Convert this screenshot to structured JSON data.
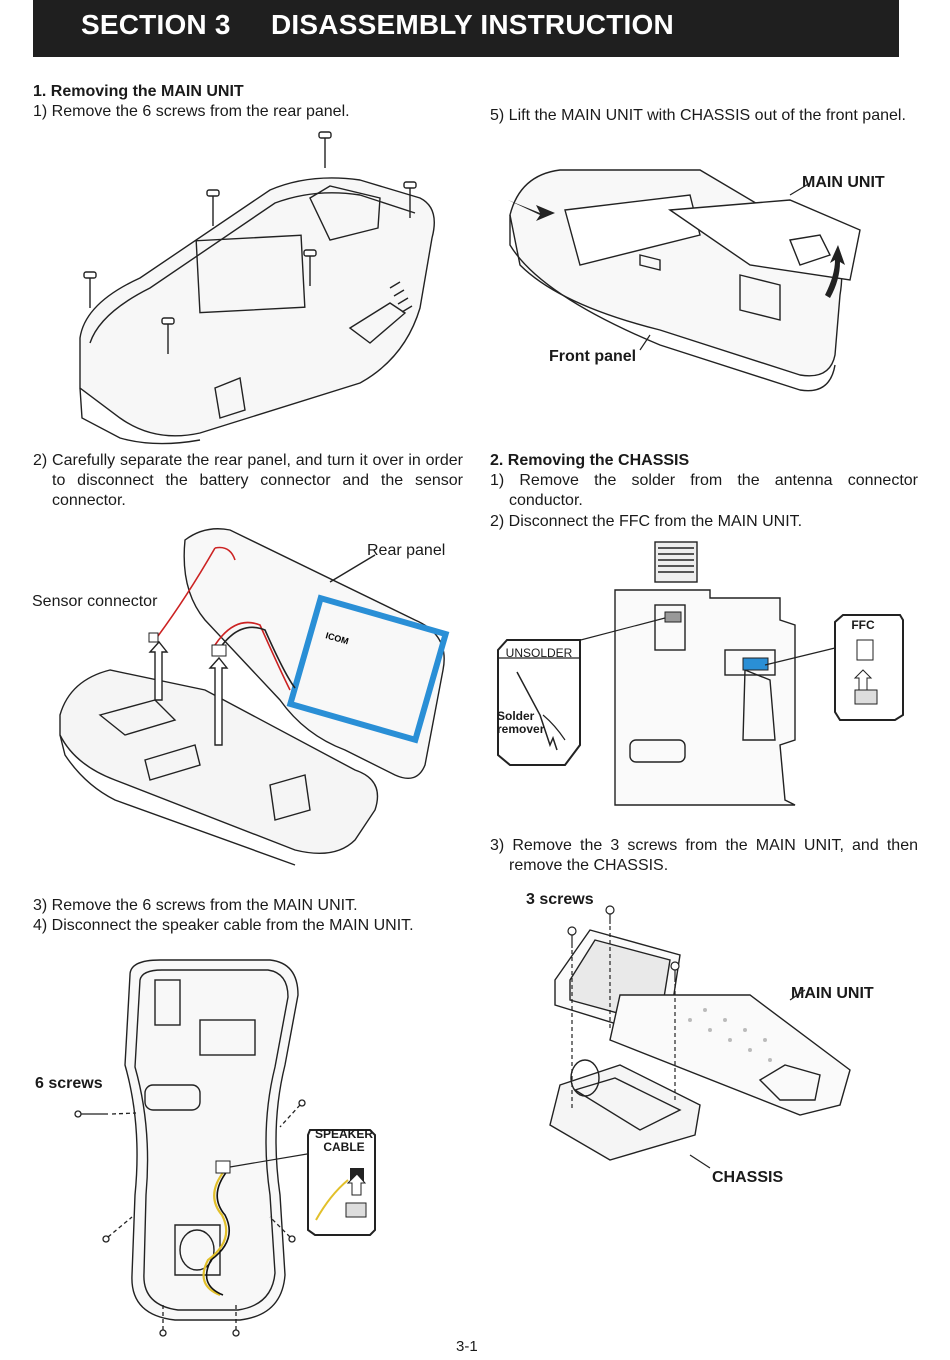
{
  "header": {
    "section": "SECTION 3",
    "title": "DISASSEMBLY INSTRUCTION"
  },
  "left": {
    "heading1": "1. Removing the MAIN UNIT",
    "step1": "1) Remove the 6 screws from the rear panel.",
    "step2": "2) Carefully separate the rear panel, and turn it over in order to disconnect the battery connector and the sensor connector.",
    "step3": "3) Remove the 6 screws from the MAIN UNIT.",
    "step4": "4) Disconnect the speaker cable from the MAIN UNIT.",
    "fig2": {
      "rear_panel": "Rear panel",
      "sensor_connector": "Sensor connector",
      "brand": "ICOM"
    },
    "fig3": {
      "screws": "6 screws",
      "speaker_line1": "SPEAKER",
      "speaker_line2": "CABLE"
    }
  },
  "right": {
    "step5": "5) Lift the MAIN UNIT with CHASSIS out of the front panel.",
    "fig1": {
      "main_unit": "MAIN UNIT",
      "front_panel": "Front panel"
    },
    "heading2": "2. Removing the CHASSIS",
    "c_step1": "1) Remove the solder from the antenna connector conductor.",
    "c_step2": "2) Disconnect the FFC from the MAIN UNIT.",
    "fig2": {
      "unsolder": "UNSOLDER",
      "remover_line1": "Solder",
      "remover_line2": "remover",
      "ffc": "FFC"
    },
    "c_step3": "3) Remove the 3 screws from the MAIN UNIT, and then remove the CHASSIS.",
    "fig3": {
      "screws": "3 screws",
      "main_unit": "MAIN UNIT",
      "chassis": "CHASSIS"
    }
  },
  "footer": {
    "page_number": "3-1"
  }
}
